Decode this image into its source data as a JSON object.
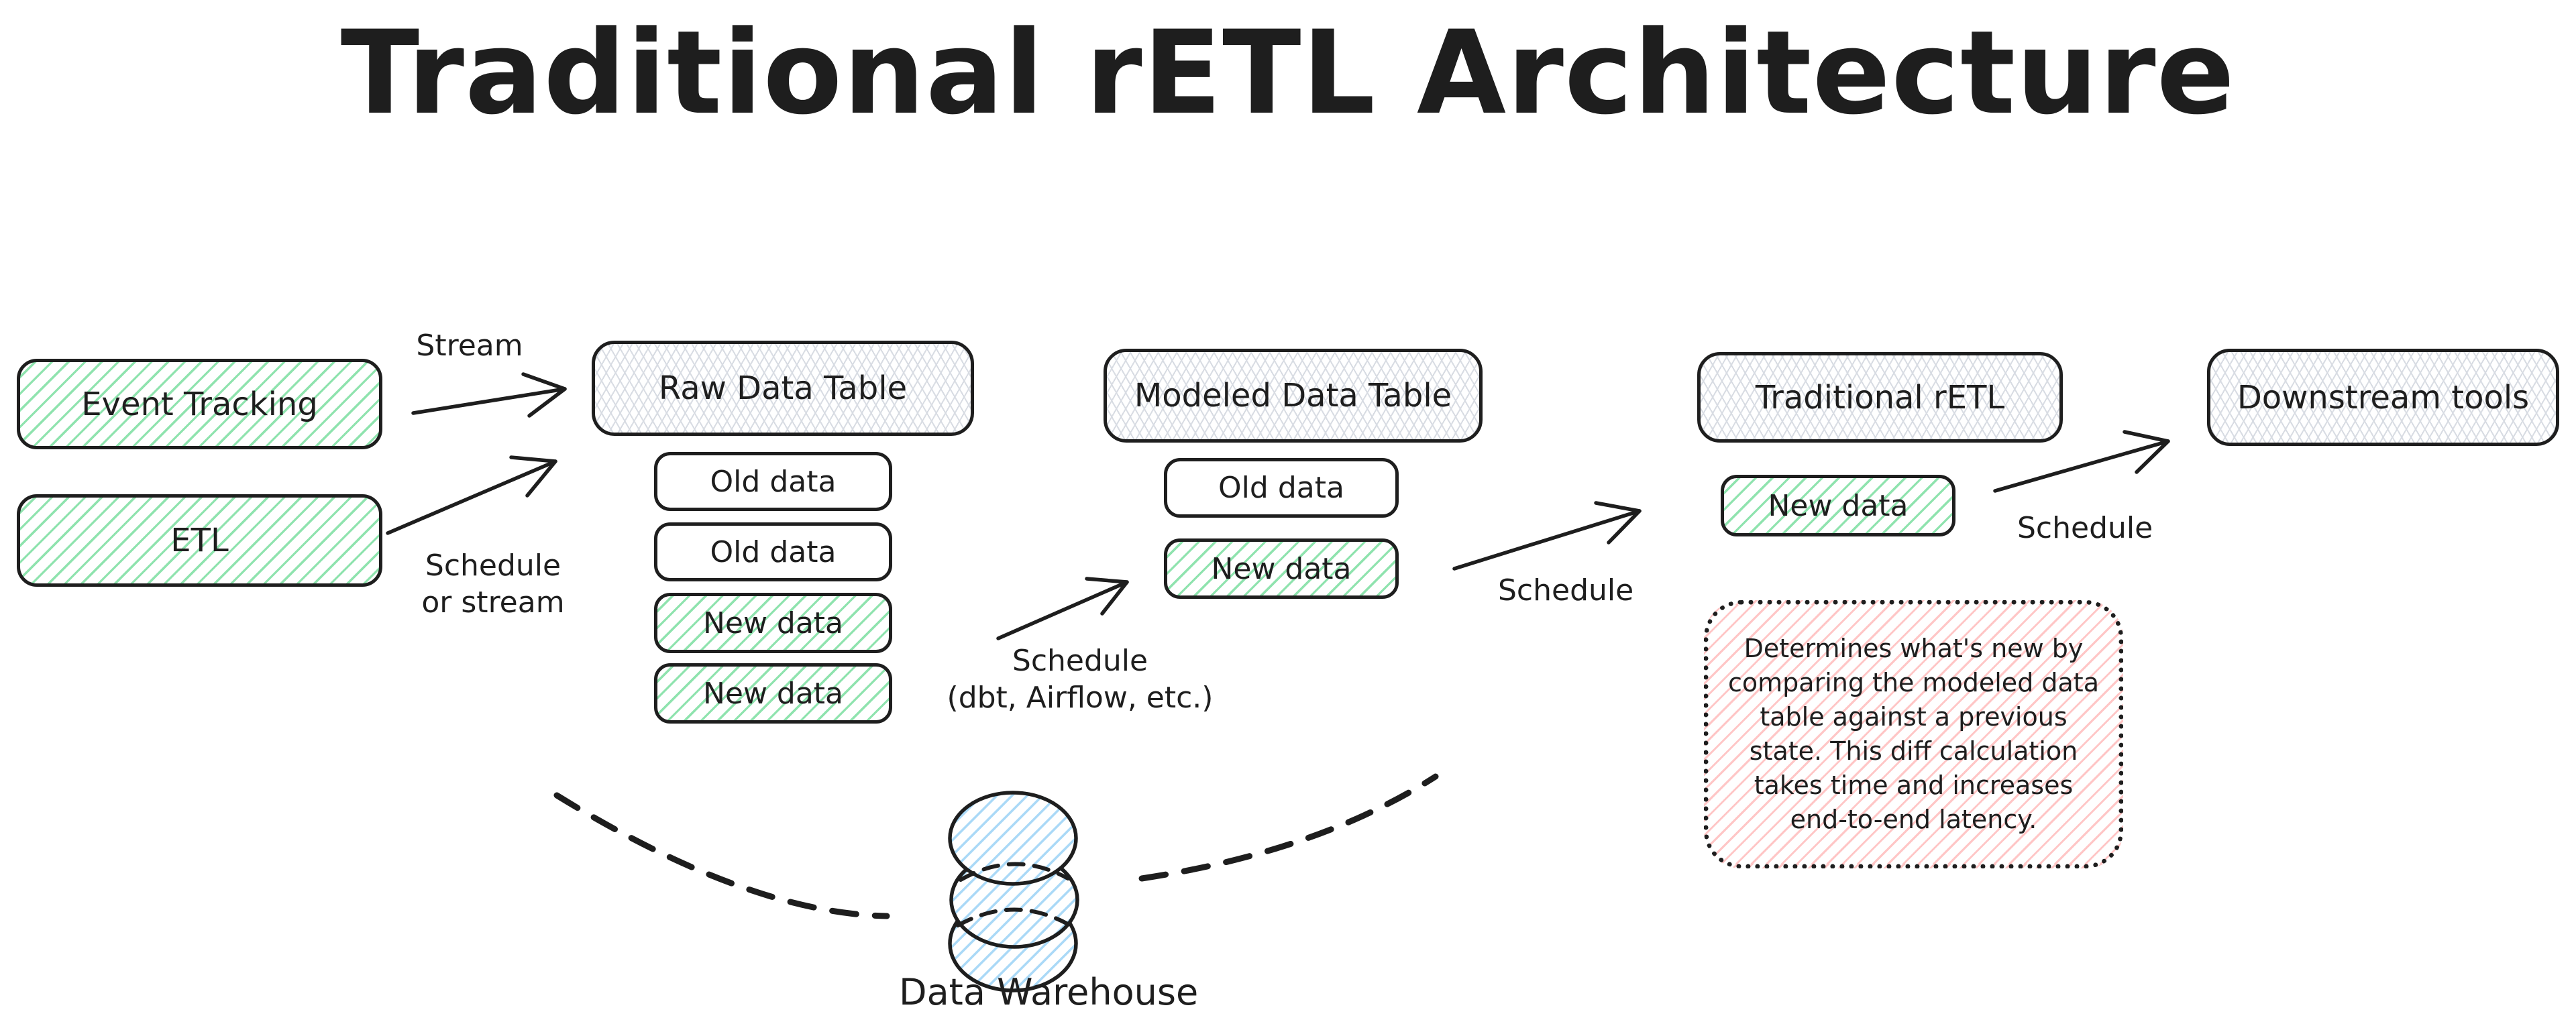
{
  "title": "Traditional rETL Architecture",
  "colors": {
    "ink": "#1e1e1e",
    "green_hatch": "#8fe3ae",
    "gray_hatch": "#d8dce3",
    "pink_hatch": "#ffc6c6",
    "blue_hatch": "#aad9f7",
    "background": "#ffffff"
  },
  "nodes": {
    "event_tracking": "Event Tracking",
    "etl": "ETL",
    "raw_table": "Raw Data Table",
    "modeled_table": "Modeled Data Table",
    "traditional_retl": "Traditional rETL",
    "downstream_tools": "Downstream tools",
    "data_warehouse": "Data Warehouse"
  },
  "raw_table_rows": [
    "Old data",
    "Old data",
    "New data",
    "New data"
  ],
  "modeled_table_rows": [
    "Old data",
    "New data"
  ],
  "retl_rows": [
    "New data"
  ],
  "edge_labels": {
    "stream": "Stream",
    "schedule_or_stream_line1": "Schedule",
    "schedule_or_stream_line2": "or stream",
    "schedule_dbt_line1": "Schedule",
    "schedule_dbt_line2": "(dbt, Airflow, etc.)",
    "schedule_mid": "Schedule",
    "schedule_right": "Schedule"
  },
  "note": {
    "lines": [
      "Determines what's new by",
      "comparing the modeled data",
      "table against a previous",
      "state. This diff calculation",
      "takes time and increases",
      "end-to-end latency."
    ]
  }
}
